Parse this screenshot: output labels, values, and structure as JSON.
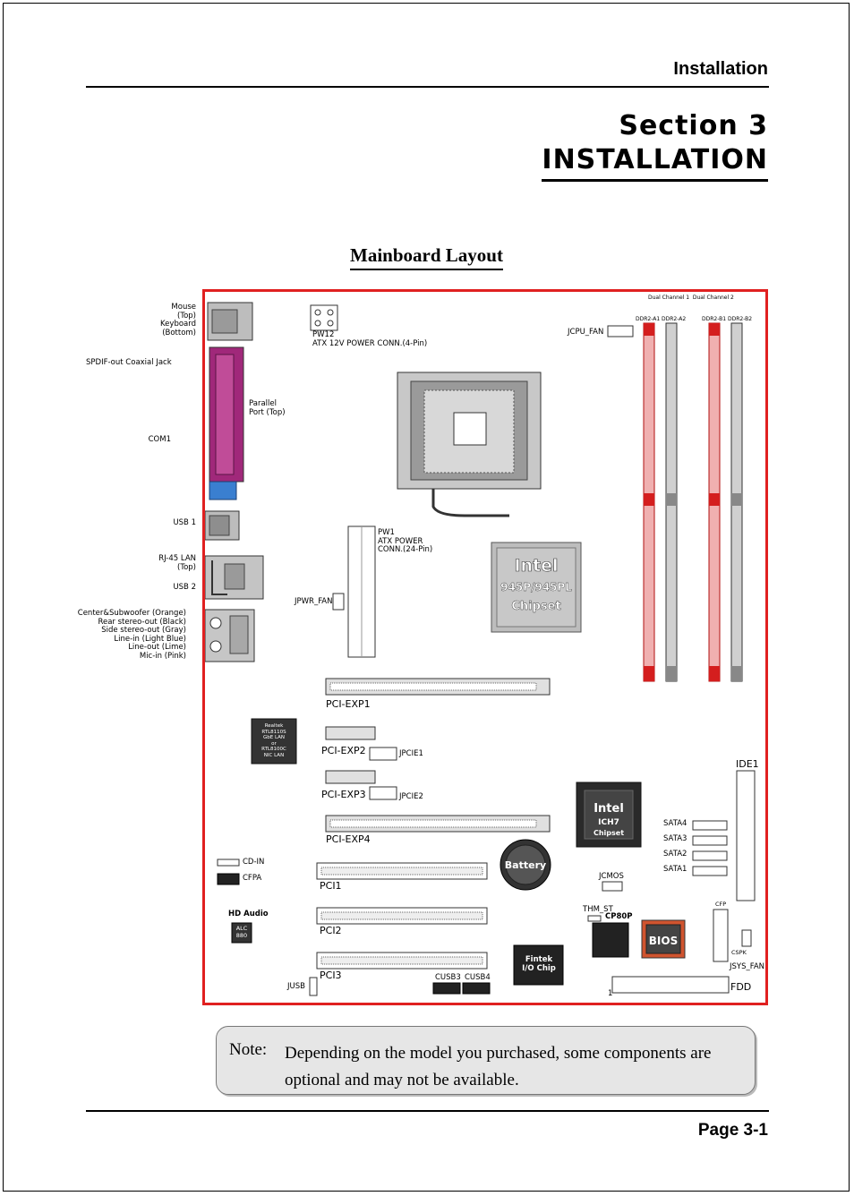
{
  "header": {
    "title": "Installation"
  },
  "section": {
    "line1": "Section 3",
    "line2": "INSTALLATION"
  },
  "diagram": {
    "title": "Mainboard Layout",
    "left_labels": {
      "mouse_keyboard": "Mouse\n(Top)\nKeyboard\n(Bottom)",
      "spdif": "SPDIF-out Coaxial Jack",
      "com1": "COM1",
      "usb1": "USB 1",
      "rj45": "RJ-45 LAN\n(Top)",
      "usb2": "USB 2",
      "audio": "Center&Subwoofer (Orange)\nRear stereo-out (Black)\nSide stereo-out (Gray)\nLine-in (Light Blue)\nLine-out (Lime)\nMic-in (Pink)"
    },
    "board_labels": {
      "parallel": "Parallel\nPort (Top)",
      "pw12": "PW12\nATX 12V POWER CONN.(4-Pin)",
      "jcpu_fan": "JCPU_FAN",
      "dual_channel": "Dual Channel 1  Dual Channel 2",
      "ddr_a1": "DDR2-A1",
      "ddr_a2": "DDR2-A2",
      "ddr_b1": "DDR2-B1",
      "ddr_b2": "DDR2-B2",
      "pw1": "PW1\nATX POWER\nCONN.(24-Pin)",
      "jpwr_fan": "JPWR_FAN",
      "northbridge": {
        "brand": "Intel",
        "model": "945P/945PL",
        "type": "Chipset"
      },
      "pci_exp1": "PCI-EXP1",
      "pci_exp2": "PCI-EXP2",
      "jpcie1": "JPCIE1",
      "pci_exp3": "PCI-EXP3",
      "jpcie2": "JPCIE2",
      "pci_exp4": "PCI-EXP4",
      "lan_chip": "Realtek\nRTL8110S\nGbE LAN\nor\nRTL8100C\nNIC LAN",
      "southbridge": {
        "brand": "Intel",
        "model": "ICH7",
        "type": "Chipset"
      },
      "ide1": "IDE1",
      "sata4": "SATA4",
      "sata3": "SATA3",
      "sata2": "SATA2",
      "sata1": "SATA1",
      "cd_in": "CD-IN",
      "cfpa": "CFPA",
      "battery": "Battery",
      "pci1": "PCI1",
      "jcmos": "JCMOS",
      "hd_audio": "HD Audio",
      "alc": "ALC\n880",
      "pci2": "PCI2",
      "thm_st": "THM_ST",
      "cp80p": "CP80P",
      "bios": "BIOS",
      "cfp": "CFP",
      "cspk": "CSPK",
      "jsys_fan": "JSYS_FAN",
      "pci3": "PCI3",
      "io_chip": "Fintek\nI/O Chip",
      "jusb": "JUSB",
      "cusb3": "CUSB3",
      "cusb4": "CUSB4",
      "fdd": "FDD",
      "pin1": "1"
    }
  },
  "note": {
    "label": "Note:",
    "text": "Depending on the model you purchased, some components are optional and may not be available."
  },
  "footer": {
    "page": "Page 3-1"
  },
  "colors": {
    "board_border": "#e02020",
    "parallel_port": "#a0287a",
    "usb_blue": "#3a7fd0",
    "dimm_red": "#d41e1e"
  }
}
